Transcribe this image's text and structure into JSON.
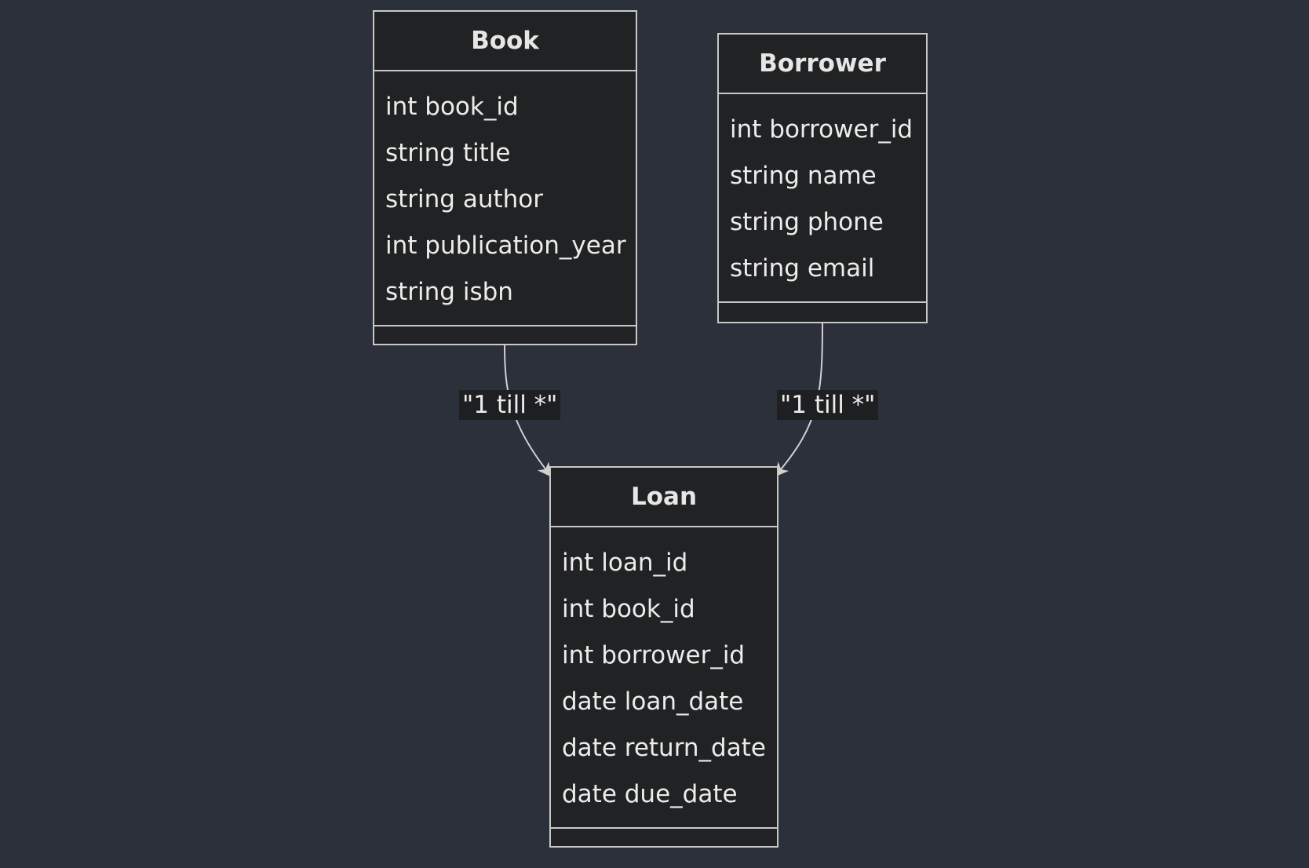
{
  "diagram": {
    "type": "class-diagram",
    "colors": {
      "background": "#2b303b",
      "box_fill": "#212223",
      "stroke": "#c8c8c8",
      "label_bg": "#1e1f20"
    },
    "classes": {
      "book": {
        "name": "Book",
        "attributes": [
          "int book_id",
          "string title",
          "string author",
          "int publication_year",
          "string isbn"
        ]
      },
      "borrower": {
        "name": "Borrower",
        "attributes": [
          "int borrower_id",
          "string name",
          "string phone",
          "string email"
        ]
      },
      "loan": {
        "name": "Loan",
        "attributes": [
          "int loan_id",
          "int book_id",
          "int borrower_id",
          "date loan_date",
          "date return_date",
          "date due_date"
        ]
      }
    },
    "relations": [
      {
        "from": "Book",
        "to": "Loan",
        "label": "\"1 till *\""
      },
      {
        "from": "Borrower",
        "to": "Loan",
        "label": "\"1 till *\""
      }
    ]
  }
}
